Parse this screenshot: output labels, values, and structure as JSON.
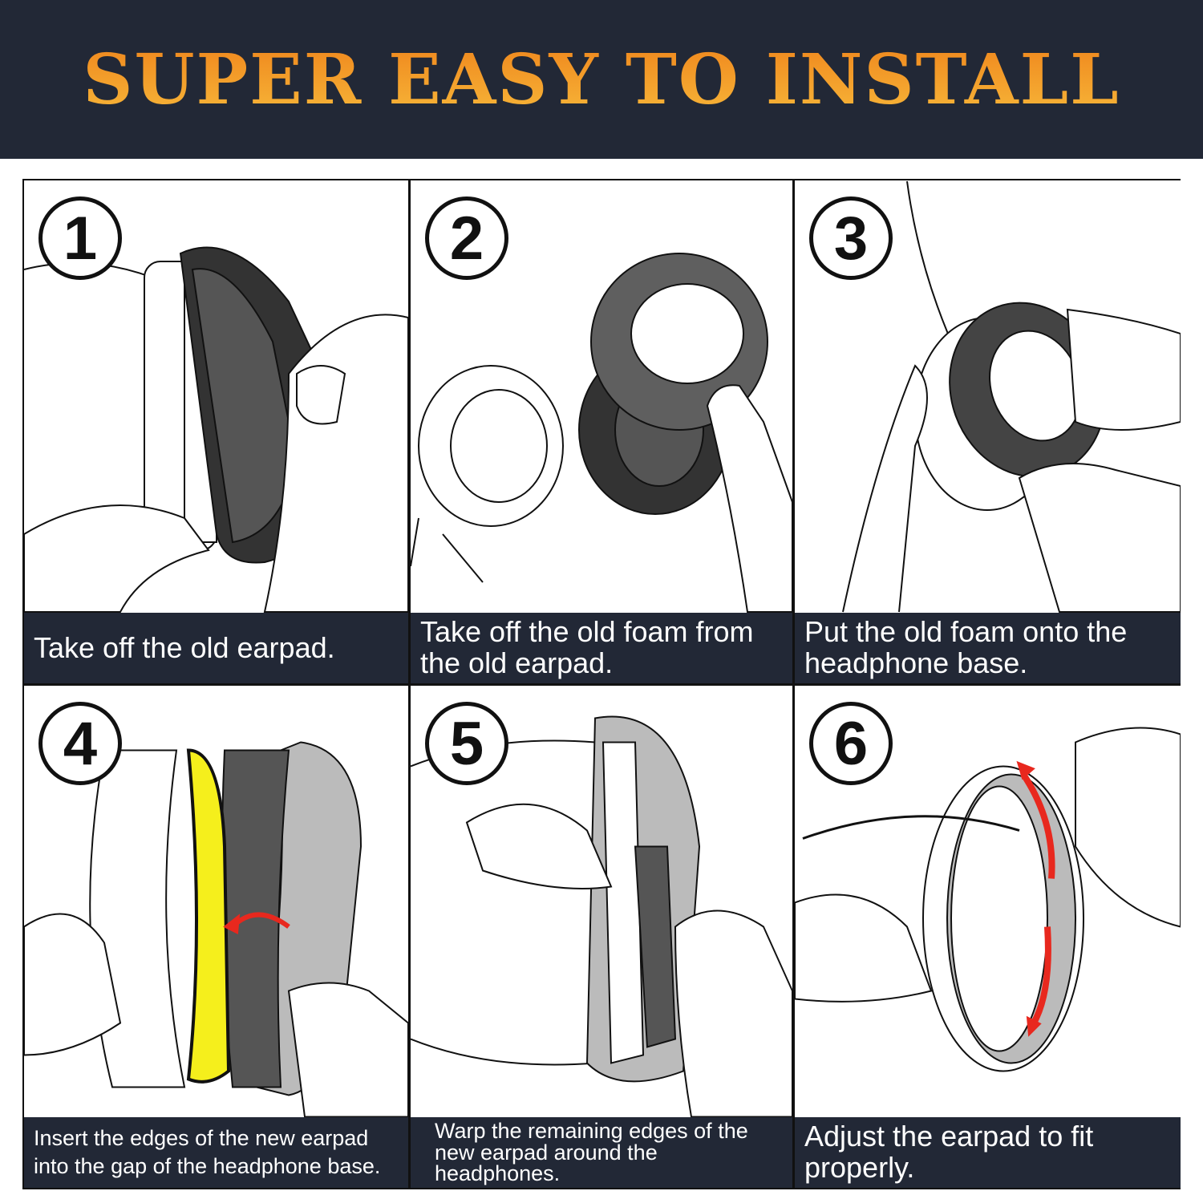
{
  "title": "SUPER EASY TO INSTALL",
  "steps": [
    {
      "number": "1",
      "caption": "Take off the old earpad."
    },
    {
      "number": "2",
      "caption": "Take off the old foam from the old earpad."
    },
    {
      "number": "3",
      "caption": "Put the old foam onto the headphone base."
    },
    {
      "number": "4",
      "caption": "Insert the edges of the new earpad into the gap of the headphone base."
    },
    {
      "number": "5",
      "caption": "Warp the remaining edges of the new earpad around the headphones."
    },
    {
      "number": "6",
      "caption": "Adjust the earpad to fit properly."
    }
  ],
  "colors": {
    "banner": "#222836",
    "title_top": "#ef851c",
    "title_bottom": "#f7b83a",
    "highlight": "#f5ef1c",
    "arrow": "#e8281e"
  }
}
